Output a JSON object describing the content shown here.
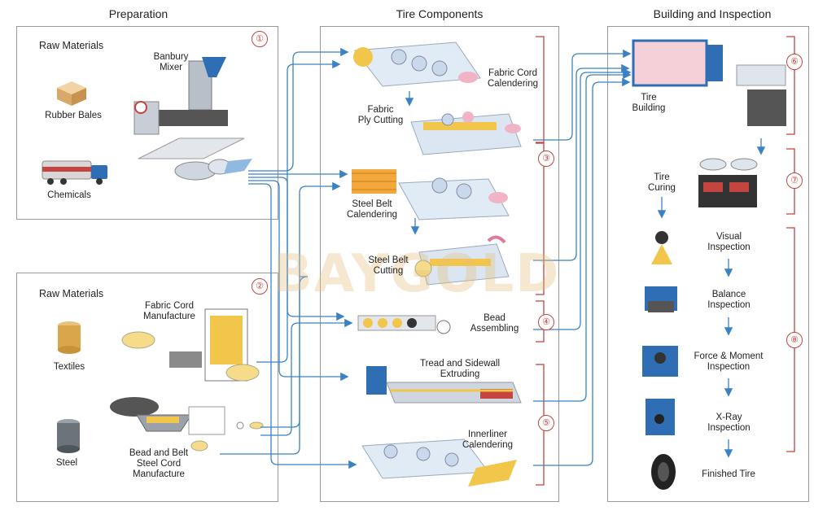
{
  "sections": {
    "preparation": "Preparation",
    "components": "Tire Components",
    "building": "Building and Inspection"
  },
  "prep_upper": {
    "title": "Raw Materials",
    "rubber": "Rubber Bales",
    "chemicals": "Chemicals",
    "banbury_1": "Banbury",
    "banbury_2": "Mixer",
    "num": "①"
  },
  "prep_lower": {
    "title": "Raw Materials",
    "fabric_cord_1": "Fabric Cord",
    "fabric_cord_2": "Manufacture",
    "textiles": "Textiles",
    "steel": "Steel",
    "bead_1": "Bead and Belt",
    "bead_2": "Steel Cord",
    "bead_3": "Manufacture",
    "num": "②"
  },
  "components": {
    "fabric_cal_1": "Fabric Cord",
    "fabric_cal_2": "Calendering",
    "ply_1": "Fabric",
    "ply_2": "Ply Cutting",
    "steel_cal_1": "Steel Belt",
    "steel_cal_2": "Calendering",
    "steel_cut_1": "Steel Belt",
    "steel_cut_2": "Cutting",
    "bead_asm_1": "Bead",
    "bead_asm_2": "Assembling",
    "tread_1": "Tread and Sidewall",
    "tread_2": "Extruding",
    "inner_1": "Innerliner",
    "inner_2": "Calendering",
    "num3": "③",
    "num4": "④",
    "num5": "⑤"
  },
  "building": {
    "tire_building_1": "Tire",
    "tire_building_2": "Building",
    "curing_1": "Tire",
    "curing_2": "Curing",
    "visual_1": "Visual",
    "visual_2": "Inspection",
    "balance_1": "Balance",
    "balance_2": "Inspection",
    "force_1": "Force & Moment",
    "force_2": "Inspection",
    "xray_1": "X-Ray",
    "xray_2": "Inspection",
    "finished": "Finished Tire",
    "num6": "⑥",
    "num7": "⑦",
    "num8": "⑧"
  },
  "watermark": "BAYGOLD",
  "colors": {
    "arrow": "#3b82c4",
    "bracket": "#c4443f",
    "panel_border": "#9a9a9a",
    "machine_blue": "#2f6db5",
    "machine_yellow": "#f2c64b"
  }
}
